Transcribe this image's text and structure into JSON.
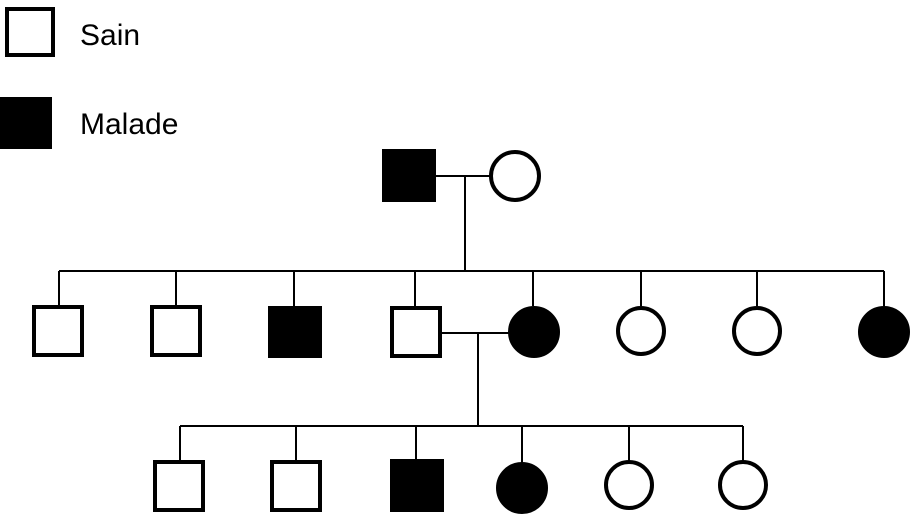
{
  "legend": {
    "healthy_label": "Sain",
    "affected_label": "Malade"
  },
  "colors": {
    "affected_fill": "#000000",
    "healthy_fill": "#ffffff",
    "stroke": "#000000"
  },
  "pedigree": {
    "generations": [
      {
        "id": "gen-1",
        "individuals": [
          {
            "id": "g1-father",
            "sex": "male",
            "affected": true
          },
          {
            "id": "g1-mother",
            "sex": "female",
            "affected": false
          }
        ]
      },
      {
        "id": "gen-2",
        "individuals": [
          {
            "id": "g2-1",
            "sex": "male",
            "affected": false
          },
          {
            "id": "g2-2",
            "sex": "male",
            "affected": false
          },
          {
            "id": "g2-3",
            "sex": "male",
            "affected": true
          },
          {
            "id": "g2-4",
            "sex": "male",
            "affected": false
          },
          {
            "id": "g2-5",
            "sex": "female",
            "affected": true
          },
          {
            "id": "g2-6",
            "sex": "female",
            "affected": false
          },
          {
            "id": "g2-7",
            "sex": "female",
            "affected": false
          },
          {
            "id": "g2-8",
            "sex": "female",
            "affected": true
          }
        ]
      },
      {
        "id": "gen-3",
        "individuals": [
          {
            "id": "g3-1",
            "sex": "male",
            "affected": false
          },
          {
            "id": "g3-2",
            "sex": "male",
            "affected": false
          },
          {
            "id": "g3-3",
            "sex": "male",
            "affected": true
          },
          {
            "id": "g3-4",
            "sex": "female",
            "affected": true
          },
          {
            "id": "g3-5",
            "sex": "female",
            "affected": false
          },
          {
            "id": "g3-6",
            "sex": "female",
            "affected": false
          }
        ]
      }
    ],
    "couples": [
      {
        "id": "couple-1",
        "partners": [
          "g1-father",
          "g1-mother"
        ],
        "children": [
          "g2-1",
          "g2-2",
          "g2-3",
          "g2-4",
          "g2-5",
          "g2-6",
          "g2-7",
          "g2-8"
        ]
      },
      {
        "id": "couple-2",
        "partners": [
          "g2-4",
          "g2-5"
        ],
        "children": [
          "g3-1",
          "g3-2",
          "g3-3",
          "g3-4",
          "g3-5",
          "g3-6"
        ]
      }
    ]
  }
}
